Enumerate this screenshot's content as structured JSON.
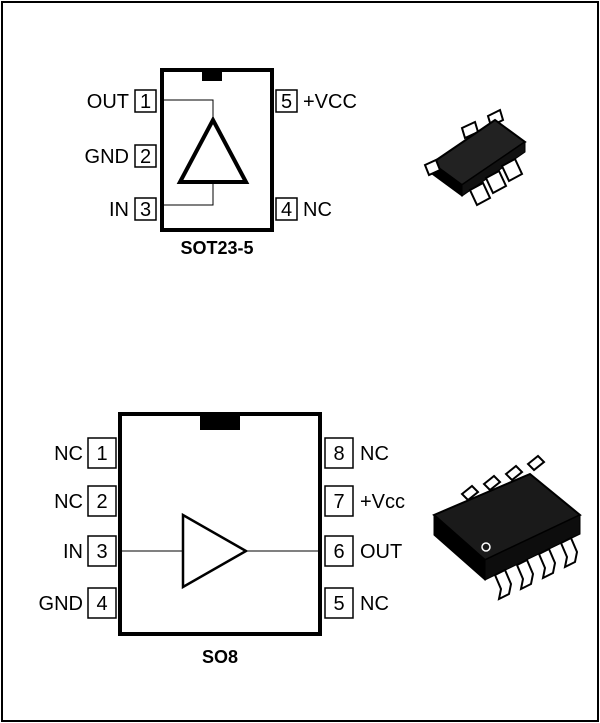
{
  "diagram": {
    "packages": [
      {
        "name": "SOT23-5",
        "pins": [
          {
            "number": "1",
            "label": "OUT"
          },
          {
            "number": "2",
            "label": "GND"
          },
          {
            "number": "3",
            "label": "IN"
          },
          {
            "number": "4",
            "label": "NC"
          },
          {
            "number": "5",
            "label": "+VCC"
          }
        ]
      },
      {
        "name": "SO8",
        "pins": [
          {
            "number": "1",
            "label": "NC"
          },
          {
            "number": "2",
            "label": "NC"
          },
          {
            "number": "3",
            "label": "IN"
          },
          {
            "number": "4",
            "label": "GND"
          },
          {
            "number": "5",
            "label": "NC"
          },
          {
            "number": "6",
            "label": "OUT"
          },
          {
            "number": "7",
            "label": "+Vcc"
          },
          {
            "number": "8",
            "label": "NC"
          }
        ]
      }
    ]
  }
}
